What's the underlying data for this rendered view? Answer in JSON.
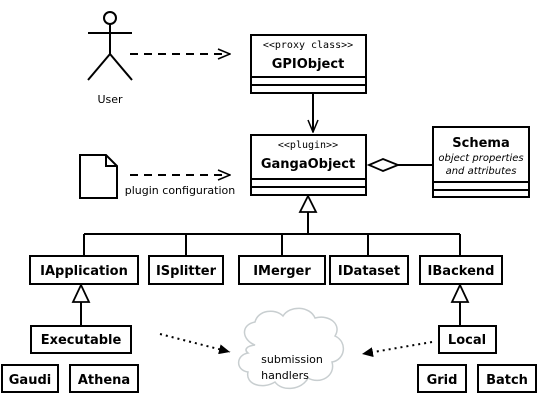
{
  "user": {
    "label": "User"
  },
  "plugin_config": {
    "label": "plugin configuration"
  },
  "gpiobject": {
    "stereotype": "<<proxy class>>",
    "name": "GPIObject"
  },
  "gangaobject": {
    "stereotype": "<<plugin>>",
    "name": "GangaObject"
  },
  "schema": {
    "name": "Schema",
    "line1": "object properties",
    "line2": "and attributes"
  },
  "interfaces": [
    "IApplication",
    "ISplitter",
    "IMerger",
    "IDataset",
    "IBackend"
  ],
  "executable": {
    "name": "Executable",
    "subclasses": [
      "Gaudi",
      "Athena"
    ]
  },
  "local": {
    "name": "Local",
    "subclasses": [
      "Grid",
      "Batch"
    ]
  },
  "submission": {
    "line1": "submission",
    "line2": "handlers"
  }
}
